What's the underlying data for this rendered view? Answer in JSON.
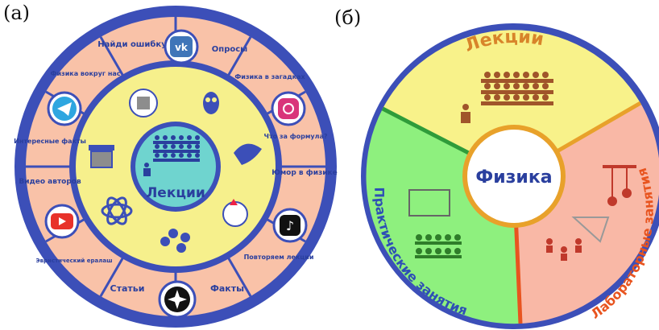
{
  "panels": {
    "a": {
      "label": "(а)",
      "center": "Лекции",
      "outer_segments": [
        "Найди ошибку",
        "Опросы",
        "Физика в загадках",
        "Что за формула?",
        "Юмор в физике",
        "Повторяем лекции",
        "Факты",
        "Статьи",
        "Эвристический ералаш",
        "Видео авторов",
        "Интересные факты",
        "Физика вокруг нас"
      ],
      "icons": [
        "vk-icon",
        "instagram-icon",
        "tiktok-icon",
        "star-icon",
        "youtube-icon",
        "telegram-icon"
      ],
      "colors": {
        "ring": "#3c4fb8",
        "outer_fill": "#f9c2a8",
        "inner_fill": "#f6f08c",
        "center_fill": "#6fd4cf"
      }
    },
    "b": {
      "label": "(б)",
      "center": "Физика",
      "sectors": [
        {
          "label": "Лекции",
          "color": "#f8f28a",
          "text_color": "#d8842a"
        },
        {
          "label": "Лабораторные занятия",
          "color": "#f9b8a6",
          "text_color": "#e8541f"
        },
        {
          "label": "Практические занятия",
          "color": "#8ef07e",
          "text_color": "#2e4fb5"
        }
      ],
      "colors": {
        "outer_ring": "#3c4fb8",
        "center_text": "#3a57c4"
      }
    }
  }
}
